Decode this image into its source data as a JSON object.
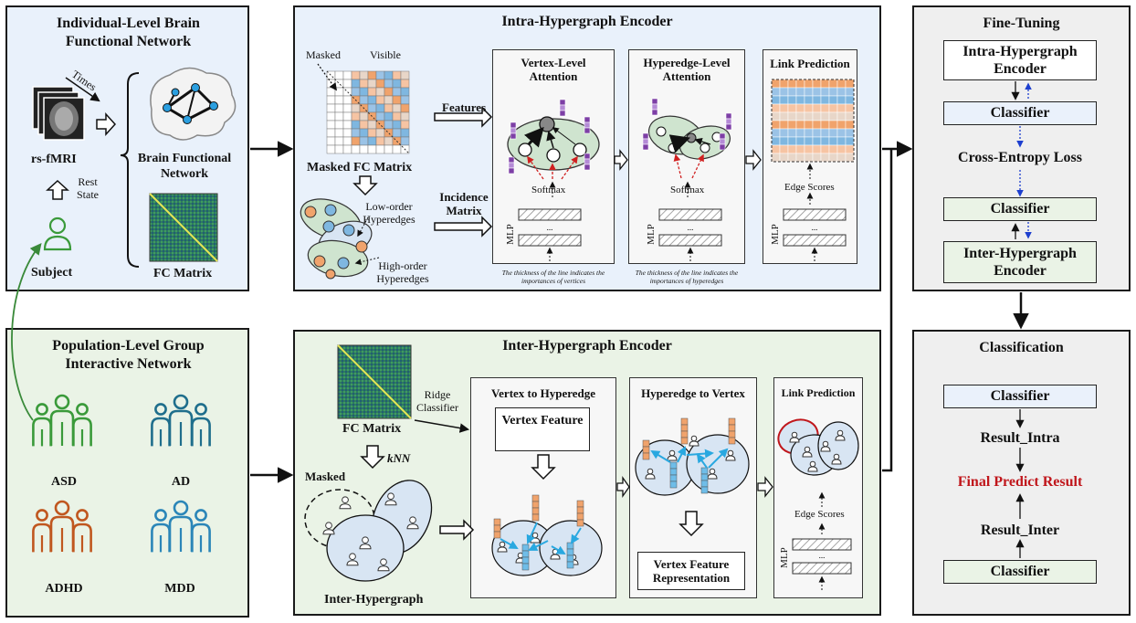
{
  "individual": {
    "title": "Individual-Level Brain Functional Network",
    "times": "Times",
    "rsfmri": "rs-fMRI",
    "brain_network": "Brain Functional Network",
    "rest_state": "Rest State",
    "subject": "Subject",
    "fc_matrix": "FC Matrix"
  },
  "population": {
    "title": "Population-Level Group Interactive Network",
    "groups": [
      {
        "label": "ASD",
        "color": "#3a9a3a"
      },
      {
        "label": "AD",
        "color": "#1f6e8c"
      },
      {
        "label": "ADHD",
        "color": "#c0571f"
      },
      {
        "label": "MDD",
        "color": "#2b86b8"
      }
    ]
  },
  "intra": {
    "title": "Intra-Hypergraph Encoder",
    "masked": "Masked",
    "visible": "Visible",
    "masked_fc": "Masked FC Matrix",
    "low_order": "Low-order Hyperedges",
    "high_order": "High-order Hyperedges",
    "features": "Features",
    "incidence": "Incidence Matrix",
    "vertex_att": "Vertex-Level Attention",
    "hyperedge_att": "Hyperedge-Level Attention",
    "link_pred": "Link Prediction",
    "softmax": "Softmax",
    "mlp": "MLP",
    "edge_scores": "Edge Scores",
    "note_vertex": "The thickness of the line indicates the importances of vertices",
    "note_hyperedge": "The thickness of the line indicates the importances of hyperedges"
  },
  "inter": {
    "title": "Inter-Hypergraph Encoder",
    "fc_matrix": "FC Matrix",
    "ridge": "Ridge Classifier",
    "knn": "kNN",
    "masked": "Masked",
    "inter_hypergraph": "Inter-Hypergraph",
    "v2h": "Vertex to Hyperedge",
    "vertex_feature": "Vertex Feature",
    "h2v": "Hyperedge to Vertex",
    "vfr": "Vertex Feature Representation",
    "link_pred": "Link Prediction",
    "edge_scores": "Edge Scores",
    "mlp": "MLP"
  },
  "finetune": {
    "title": "Fine-Tuning",
    "intra_enc": "Intra-Hypergraph Encoder",
    "classifier1": "Classifier",
    "loss": "Cross-Entropy Loss",
    "classifier2": "Classifier",
    "inter_enc": "Inter-Hypergraph Encoder"
  },
  "classification": {
    "title": "Classification",
    "classifier1": "Classifier",
    "result_intra": "Result_Intra",
    "final": "Final Predict Result",
    "result_inter": "Result_Inter",
    "classifier2": "Classifier"
  },
  "colors": {
    "blue_panel": "#e9f1fb",
    "green_panel": "#eaf3e6",
    "gray_panel": "#efefef",
    "final_red": "#c0161b",
    "cyan_arrow": "#29a8e0",
    "purple_block": "#7d3fa6",
    "orange_block": "#f0a36c"
  }
}
